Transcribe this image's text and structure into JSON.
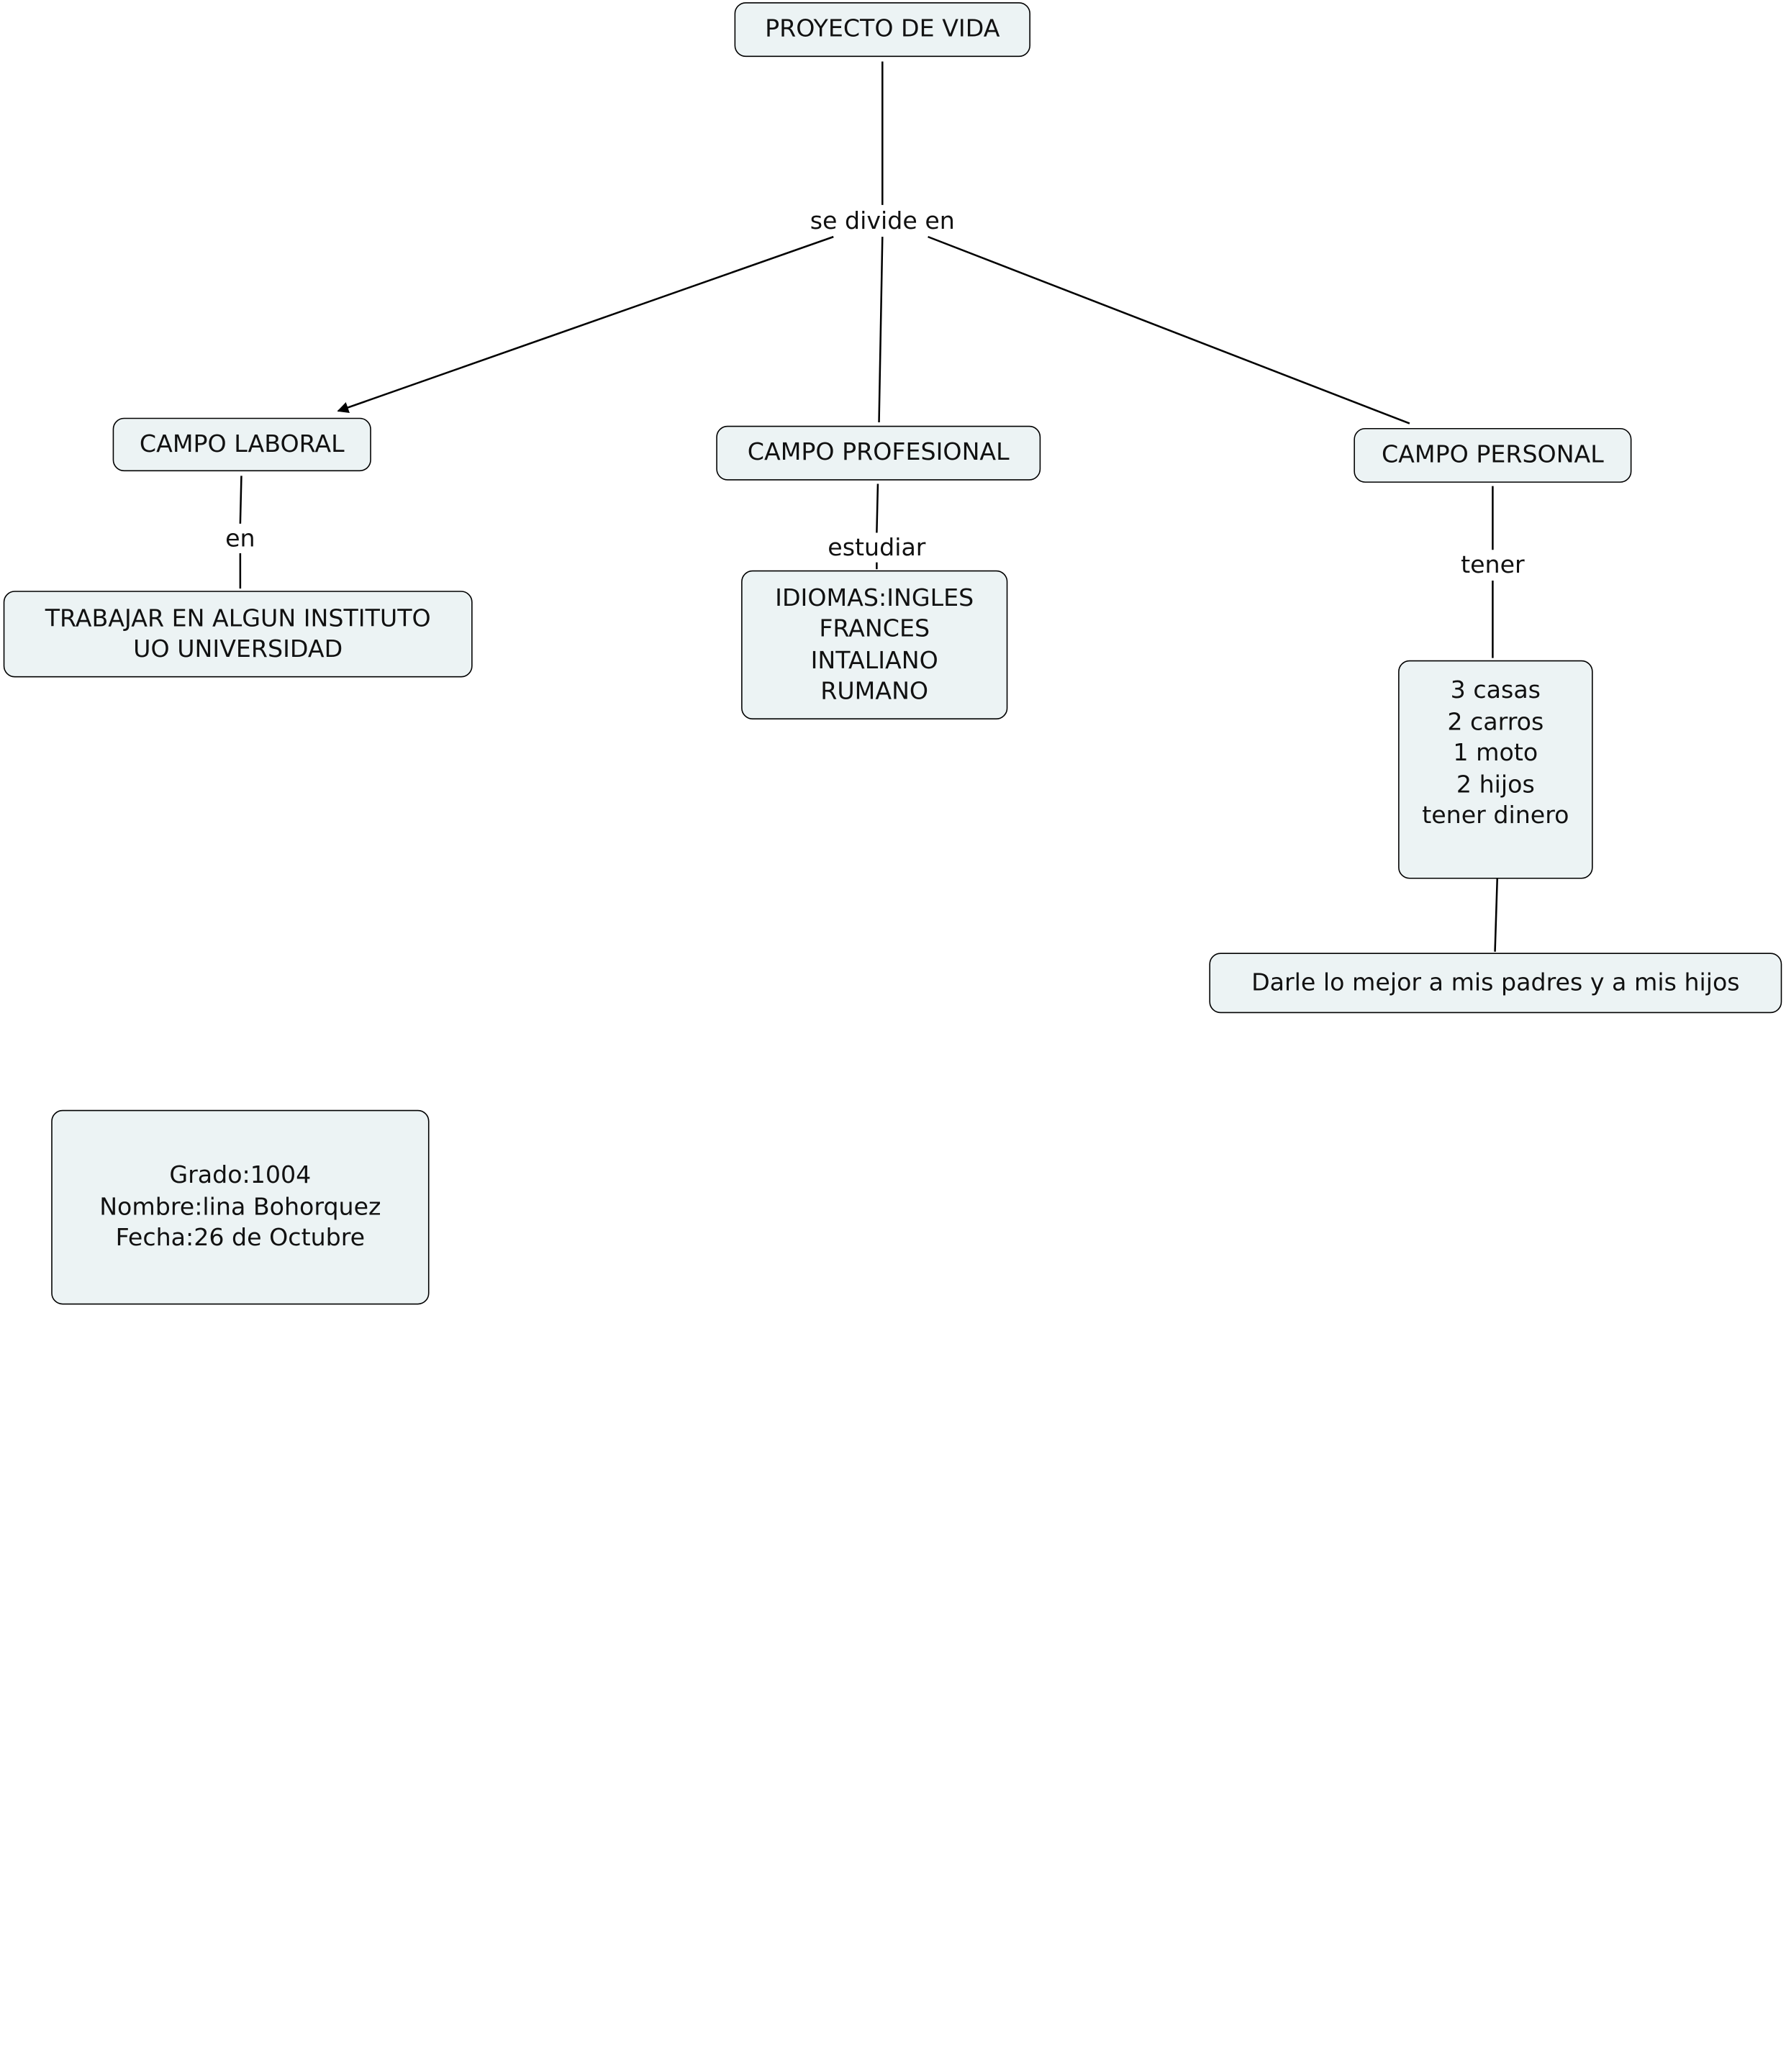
{
  "diagram": {
    "root": {
      "label": "PROYECTO DE VIDA"
    },
    "root_link": {
      "label": "se divide en"
    },
    "laboral": {
      "label": "CAMPO LABORAL",
      "link": "en",
      "child_lines": [
        "TRABAJAR EN ALGUN INSTITUTO",
        "UO UNIVERSIDAD"
      ]
    },
    "profesional": {
      "label": "CAMPO PROFESIONAL",
      "link": "estudiar",
      "child_lines": [
        "IDIOMAS:INGLES",
        "FRANCES",
        "INTALIANO",
        "RUMANO"
      ]
    },
    "personal": {
      "label": "CAMPO PERSONAL",
      "link": "tener",
      "child_lines": [
        "3 casas",
        "2 carros",
        "1 moto",
        "2 hijos",
        "tener dinero"
      ],
      "grandchild": "Darle lo mejor a mis padres y a mis hijos"
    },
    "info_lines": [
      "Grado:1004",
      "Nombre:lina Bohorquez",
      "Fecha:26 de Octubre"
    ]
  }
}
